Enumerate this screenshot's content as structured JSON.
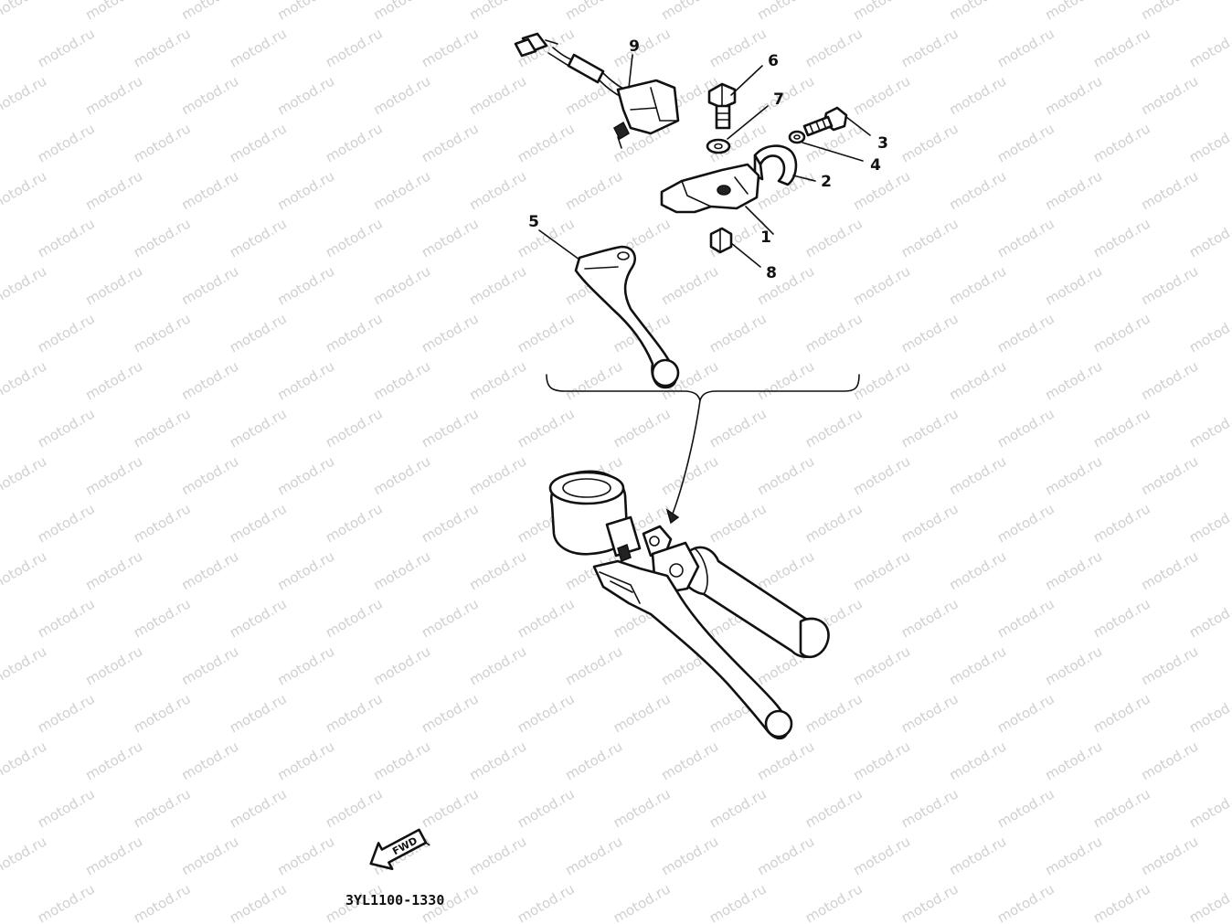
{
  "diagram": {
    "reference_code": "3YL1100-1330",
    "direction_label": "FWD",
    "watermark_text": "motod.ru",
    "callouts": [
      {
        "id": "callout-1",
        "label": "1"
      },
      {
        "id": "callout-2",
        "label": "2"
      },
      {
        "id": "callout-3",
        "label": "3"
      },
      {
        "id": "callout-4",
        "label": "4"
      },
      {
        "id": "callout-5",
        "label": "5"
      },
      {
        "id": "callout-6",
        "label": "6"
      },
      {
        "id": "callout-7",
        "label": "7"
      },
      {
        "id": "callout-8",
        "label": "8"
      },
      {
        "id": "callout-9",
        "label": "9"
      }
    ]
  }
}
